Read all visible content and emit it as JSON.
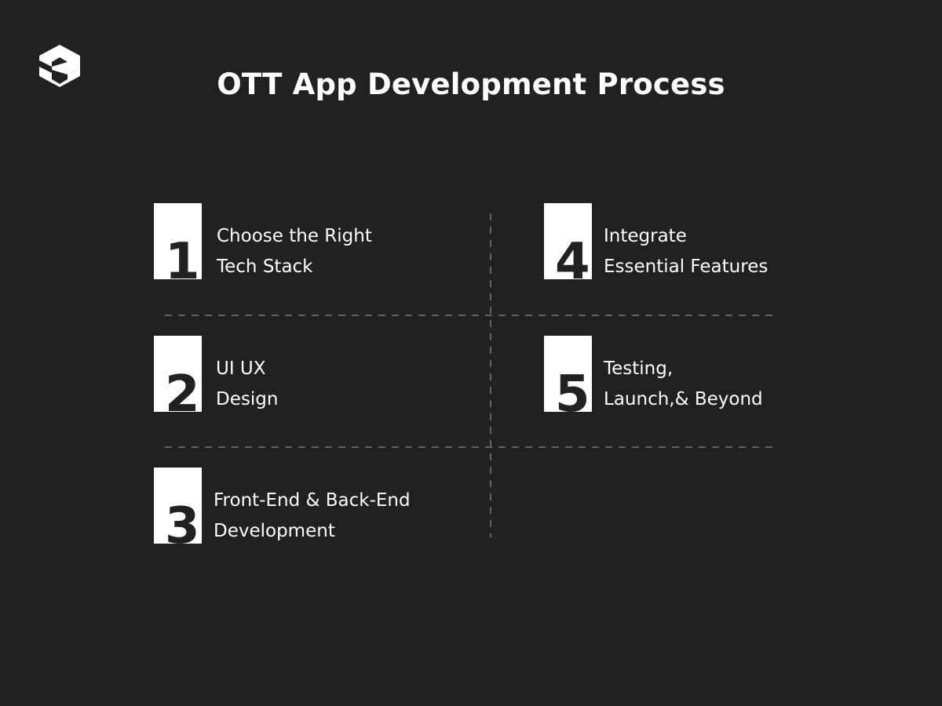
{
  "title": "OTT App Development Process",
  "logo": {
    "icon": "brand-s-logo-icon",
    "color": "#ffffff"
  },
  "colors": {
    "background": "#212121",
    "box": "#ffffff",
    "divider": "#7a7a7a"
  },
  "steps": [
    {
      "number": "1",
      "line1": "Choose the Right",
      "line2": "Tech Stack"
    },
    {
      "number": "2",
      "line1": "UI UX",
      "line2": "Design"
    },
    {
      "number": "3",
      "line1": "Front-End & Back-End",
      "line2": "Development"
    },
    {
      "number": "4",
      "line1": "Integrate",
      "line2": "Essential Features"
    },
    {
      "number": "5",
      "line1": "Testing,",
      "line2": "Launch,& Beyond"
    }
  ]
}
